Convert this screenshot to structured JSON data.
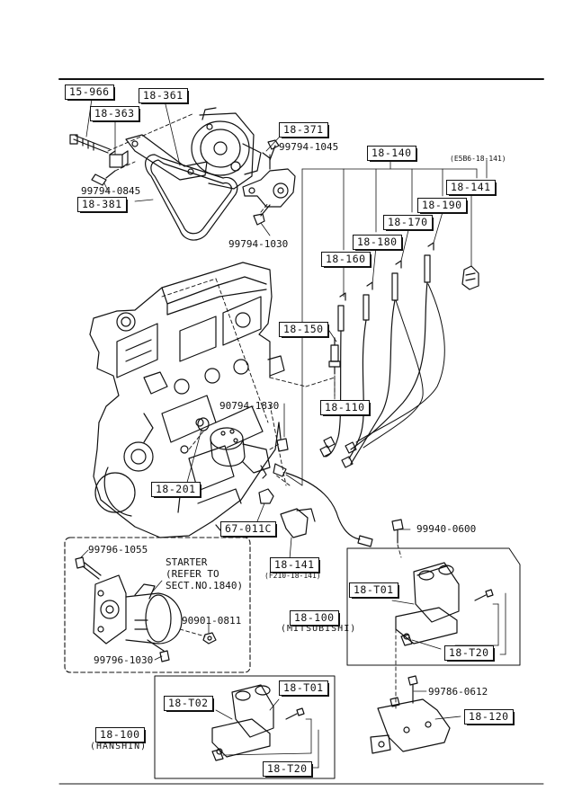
{
  "parts": {
    "p15_966": "15-966",
    "p18_361": "18-361",
    "p18_363": "18-363",
    "p18_371": "18-371",
    "b99794_1045": "99794-1045",
    "p18_140": "18-140",
    "e5b6_note": "(E5B6-18-141)",
    "p18_141_top": "18-141",
    "b99794_0845": "99794-0845",
    "p18_381": "18-381",
    "p18_190": "18-190",
    "p18_170": "18-170",
    "b99794_1030": "99794-1030",
    "p18_180": "18-180",
    "p18_160": "18-160",
    "p18_150": "18-150",
    "b90794_1830": "90794-1830",
    "p18_110": "18-110",
    "p18_201": "18-201",
    "p67_011c": "67-011C",
    "b99940_0600": "99940-0600",
    "p18_141_mid": "18-141",
    "f210_note": "(F210-18-141)",
    "b99796_1055": "99796-1055",
    "starter_note": "STARTER\n(REFER TO\nSECT.NO.1840)",
    "p18_t01_a": "18-T01",
    "p18_100_a": "18-100",
    "mitsubishi": "(MITSUBISHI)",
    "b90901_0811": "90901-0811",
    "p18_t20_a": "18-T20",
    "b99796_1030": "99796-1030",
    "p18_t01_b": "18-T01",
    "b99786_0612": "99786-0612",
    "p18_t02": "18-T02",
    "p18_120": "18-120",
    "p18_100_b": "18-100",
    "hanshin": "(HANSHIN)",
    "p18_t20_b": "18-T20"
  },
  "colors": {
    "ink": "#111111",
    "paper": "#ffffff"
  }
}
